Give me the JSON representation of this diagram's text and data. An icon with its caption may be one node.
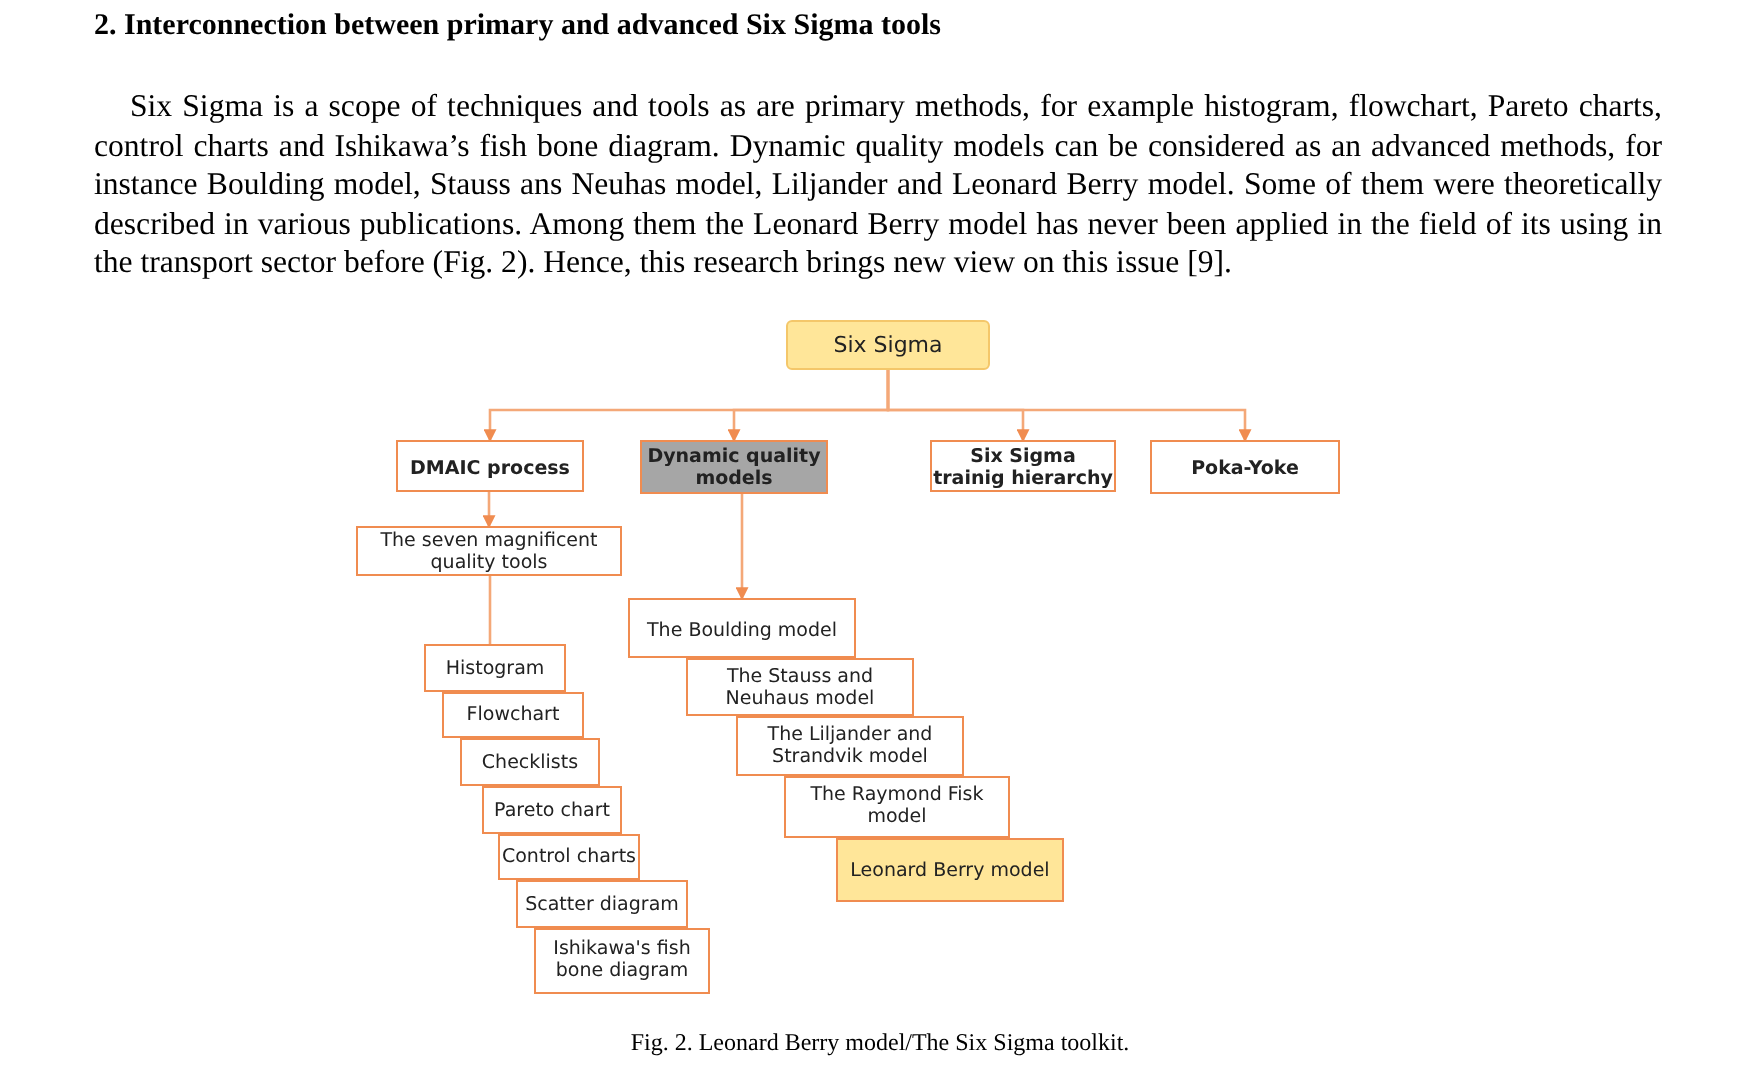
{
  "diagram": {
    "title": "2. Interconnection between primary and advanced Six Sigma tools",
    "caption": "Fig. 2. Leonard Berry model/The Six Sigma toolkit.",
    "nodes": [
      {
        "text": [
          "Six Sigma"
        ]
      },
      {
        "text": [
          "DMAIC process"
        ]
      },
      {
        "text": [
          "Dynamic quality models"
        ]
      },
      {
        "text": [
          "Six Sigma trainig hierarchy"
        ]
      },
      {
        "text": [
          "Poka-Yoke"
        ]
      },
      {
        "text": [
          "The seven magnificent quality tools"
        ]
      },
      {
        "text": [
          "Histogram"
        ]
      },
      {
        "text": [
          "Flowchart"
        ]
      },
      {
        "text": [
          "Checklists"
        ]
      },
      {
        "text": [
          "Pareto chart"
        ]
      },
      {
        "text": [
          "Control charts"
        ]
      },
      {
        "text": [
          "Scatter diagram"
        ]
      },
      {
        "text": [
          "Ishikawa's fish bone diagram"
        ]
      },
      {
        "text": [
          "The Boulding model"
        ]
      },
      {
        "text": [
          "The Stauss and Neuhaus model"
        ]
      },
      {
        "text": [
          "The Liljander and Strandvik model"
        ]
      },
      {
        "text": [
          "The Raymond Fisk model"
        ]
      },
      {
        "text": [
          "Leonard Berry model"
        ]
      }
    ],
    "edges": [
      {
        "from": 0,
        "to": 1,
        "arrow": "to"
      },
      {
        "from": 0,
        "to": 2,
        "arrow": "to"
      },
      {
        "from": 0,
        "to": 3,
        "arrow": "to"
      },
      {
        "from": 0,
        "to": 4,
        "arrow": "to"
      },
      {
        "from": 1,
        "to": 5,
        "arrow": "to"
      },
      {
        "from": 5,
        "to": 6,
        "arrow": "none"
      },
      {
        "from": 2,
        "to": 13,
        "arrow": "to"
      }
    ],
    "labels": [
      "Six Sigma is a scope of techniques and tools as are primary methods, for example histogram, flowchart, Pareto charts, control charts and Ishikawa’s fish bone diagram. Dynamic quality models can be considered as an advanced methods, for instance Boulding model, Stauss ans Neuhas model, Liljander and Leonard Berry model. Some of them were theoretically described in various publications. Among them the Leonard Berry model has never been applied in the field of its using in the transport sector before (Fig. 2). Hence, this research brings new view on this issue [9]."
    ]
  }
}
